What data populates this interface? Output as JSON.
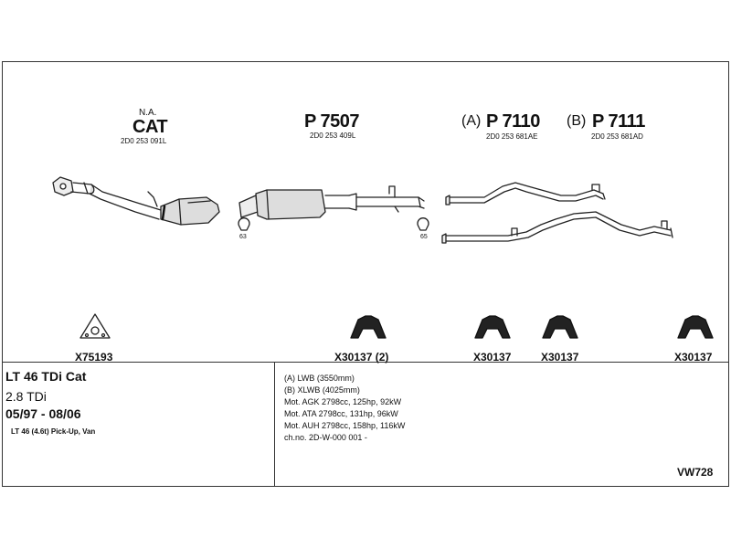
{
  "header": {
    "cat": {
      "prefix": "N.A.",
      "name": "CAT",
      "code": "2D0 253 091L"
    },
    "p7507": {
      "name": "P 7507",
      "code": "2D0 253 409L"
    },
    "p7110": {
      "prefix": "(A)",
      "name": "P 7110",
      "code": "2D0 253 681AE"
    },
    "p7111": {
      "prefix": "(B)",
      "name": "P 7111",
      "code": "2D0 253 681AD"
    }
  },
  "clamps": [
    {
      "label": "63"
    },
    {
      "label": "65"
    }
  ],
  "parts": [
    {
      "label": "X75193"
    },
    {
      "label": "X30137 (2)"
    },
    {
      "label": "X30137"
    },
    {
      "label": "X30137"
    },
    {
      "label": "X30137"
    }
  ],
  "vehicle": {
    "model": "LT 46 TDi Cat",
    "engine": "2.8 TDi",
    "years": "05/97 - 08/06",
    "body": "LT 46 (4.6t) Pick-Up, Van"
  },
  "specs": [
    "(A) LWB (3550mm)",
    "(B) XLWB (4025mm)",
    "Mot. AGK 2798cc, 125hp, 92kW",
    "Mot. ATA 2798cc, 131hp, 96kW",
    "Mot. AUH 2798cc, 158hp, 116kW",
    "ch.no. 2D-W-000 001 -"
  ],
  "ref": "VW728"
}
